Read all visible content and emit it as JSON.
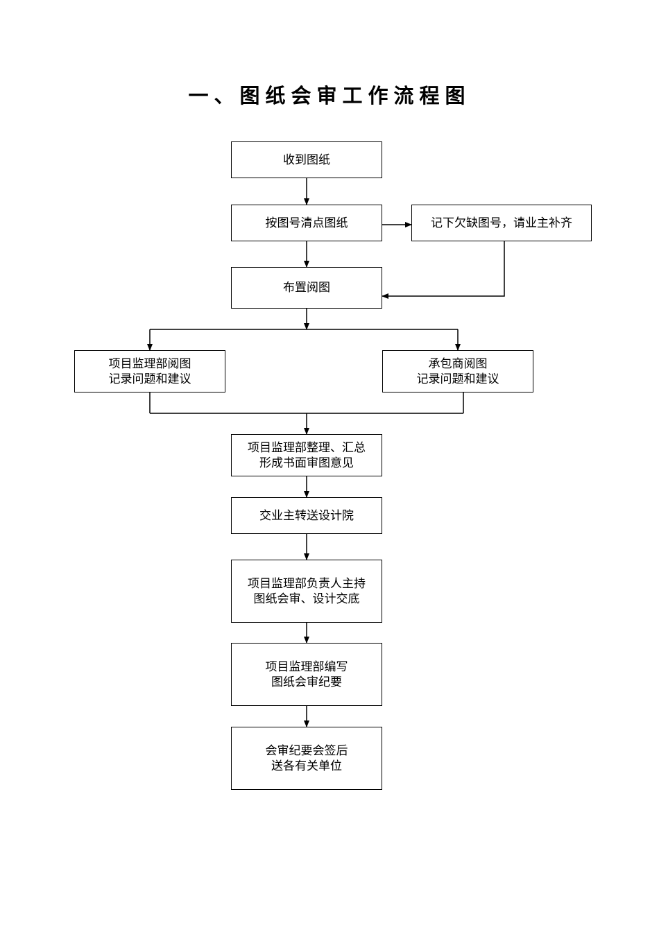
{
  "title": "一、图纸会审工作流程图",
  "steps": {
    "receive": {
      "lines": [
        "收到图纸"
      ]
    },
    "check": {
      "lines": [
        "按图号清点图纸"
      ]
    },
    "missing": {
      "lines": [
        "记下欠缺图号，请业主补齐"
      ]
    },
    "arrange": {
      "lines": [
        "布置阅图"
      ]
    },
    "supervisor_review": {
      "lines": [
        "项目监理部阅图",
        "记录问题和建议"
      ]
    },
    "contractor_review": {
      "lines": [
        "承包商阅图",
        "记录问题和建议"
      ]
    },
    "compile": {
      "lines": [
        "项目监理部整理、汇总",
        "形成书面审图意见"
      ]
    },
    "forward": {
      "lines": [
        "交业主转送设计院"
      ]
    },
    "meeting": {
      "lines": [
        "项目监理部负责人主持",
        "图纸会审、设计交底"
      ]
    },
    "minutes": {
      "lines": [
        "项目监理部编写",
        "图纸会审纪要"
      ]
    },
    "distribute": {
      "lines": [
        "会审纪要会签后",
        "送各有关单位"
      ]
    }
  }
}
